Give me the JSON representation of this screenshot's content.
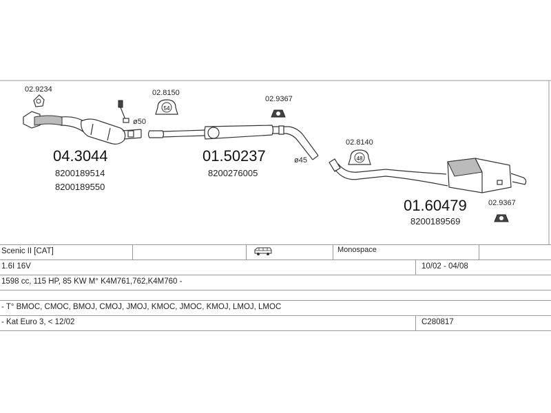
{
  "diagram": {
    "parts": [
      {
        "ref": "02.9234",
        "name": "gasket-1"
      },
      {
        "ref": "02.8150",
        "name": "clamp-1",
        "badge": "54"
      },
      {
        "ref": "02.9367",
        "name": "hanger-1"
      },
      {
        "ref": "02.8140",
        "name": "clamp-2",
        "badge": "48"
      },
      {
        "ref": "02.9367",
        "name": "hanger-2"
      }
    ],
    "assemblies": [
      {
        "number": "04.3044",
        "oem": [
          "8200189514",
          "8200189550"
        ]
      },
      {
        "number": "01.50237",
        "oem": [
          "8200276005"
        ]
      },
      {
        "number": "01.60479",
        "oem": [
          "8200189569"
        ]
      }
    ],
    "dimensions": [
      "ø50",
      "ø45"
    ]
  },
  "table": {
    "row1": {
      "model": "Scenic II  [CAT]",
      "body": "Monospace",
      "vehicle_icon": "minivan-icon"
    },
    "row2": {
      "engine": "1.6I 16V",
      "years": "10/02 - 04/08"
    },
    "row3": {
      "details": "1598 cc, 115 HP, 85 KW  M° K4M761,762,K4M760 -"
    },
    "row4": {
      "types": "- T° BMOC, CMOC, BMOJ, CMOJ, JMOJ, KMOC, JMOC, KMOJ, LMOJ, LMOC"
    },
    "row5": {
      "note": "- Kat Euro 3, < 12/02",
      "code": "C280817"
    }
  }
}
